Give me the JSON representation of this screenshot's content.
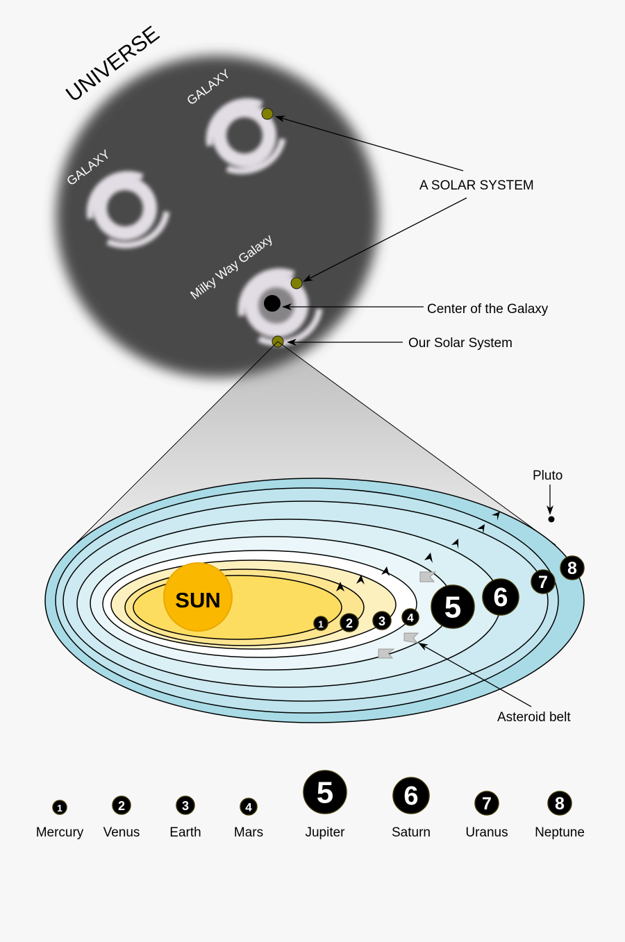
{
  "universe": {
    "title": "UNIVERSE",
    "galaxy_label_1": "GALAXY",
    "galaxy_label_2": "GALAXY",
    "milky_way_label": "Milky Way Galaxy"
  },
  "callouts": {
    "solar_system": "A SOLAR SYSTEM",
    "center": "Center of the Galaxy",
    "our_solar_system": "Our Solar System",
    "pluto": "Pluto",
    "asteroid_belt": "Asteroid belt"
  },
  "sun_label": "SUN",
  "planets": [
    {
      "num": "1",
      "name": "Mercury"
    },
    {
      "num": "2",
      "name": "Venus"
    },
    {
      "num": "3",
      "name": "Earth"
    },
    {
      "num": "4",
      "name": "Mars"
    },
    {
      "num": "5",
      "name": "Jupiter"
    },
    {
      "num": "6",
      "name": "Saturn"
    },
    {
      "num": "7",
      "name": "Uranus"
    },
    {
      "num": "8",
      "name": "Neptune"
    }
  ],
  "colors": {
    "universe": "#4a4a4a",
    "galaxy": "#e2dde4",
    "solar_system_dot": "#808000",
    "sun": "#fbb800",
    "outer_orbit": "#a8dbe6"
  }
}
